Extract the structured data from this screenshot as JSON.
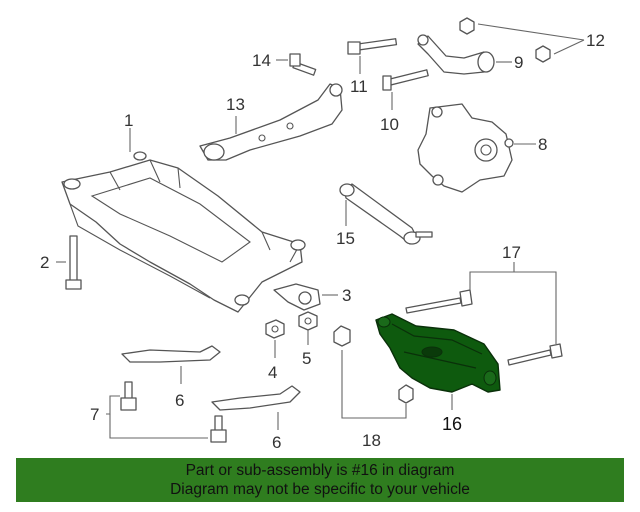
{
  "callouts": {
    "c1": "1",
    "c2": "2",
    "c3": "3",
    "c4": "4",
    "c5": "5",
    "c6a": "6",
    "c6b": "6",
    "c7": "7",
    "c8": "8",
    "c9": "9",
    "c10": "10",
    "c11": "11",
    "c12": "12",
    "c13": "13",
    "c14": "14",
    "c15": "15",
    "c16": "16",
    "c17": "17",
    "c18": "18"
  },
  "highlight_color": "#0e5a0e",
  "banner": {
    "line1": "Part or sub-assembly is #16 in diagram",
    "line2": "Diagram may not be specific to your vehicle",
    "color": "#2f7d1f"
  }
}
